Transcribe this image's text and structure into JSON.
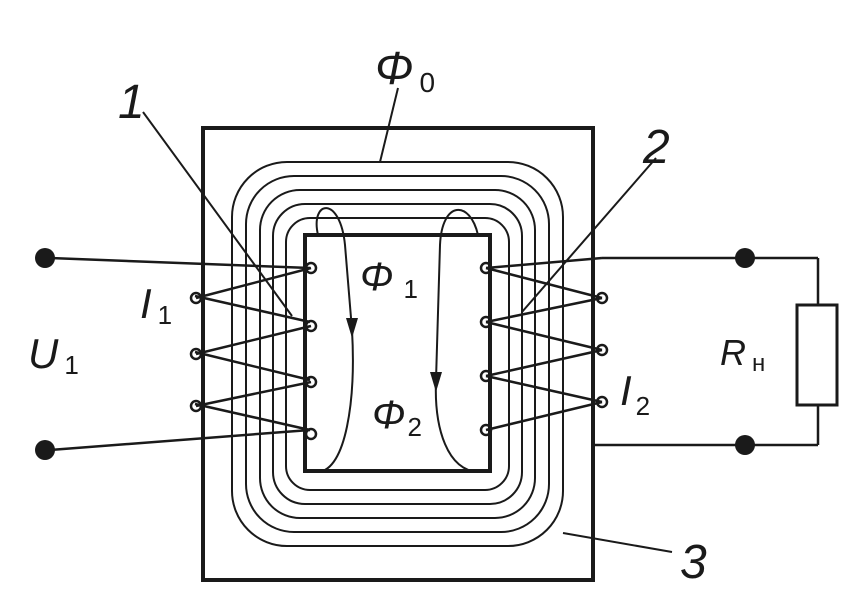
{
  "diagram": {
    "labels": {
      "phi0": {
        "sym": "Φ",
        "sub": "0"
      },
      "phi1": {
        "sym": "Φ",
        "sub": "1"
      },
      "phi2": {
        "sym": "Φ",
        "sub": "2"
      },
      "u1": {
        "sym": "U",
        "sub": "1"
      },
      "i1": {
        "sym": "I",
        "sub": "1"
      },
      "i2": {
        "sym": "I",
        "sub": "2"
      },
      "rh": {
        "sym": "R",
        "sub": "н"
      },
      "n1": "1",
      "n2": "2",
      "n3": "3"
    },
    "colors": {
      "ink": "#1a1a1a",
      "background": "#ffffff"
    }
  }
}
